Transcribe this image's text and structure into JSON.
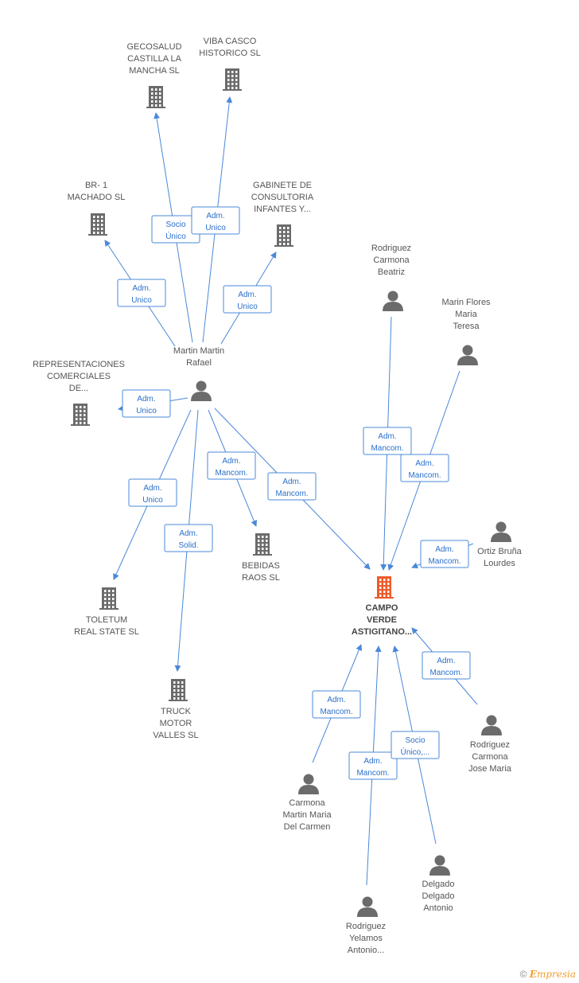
{
  "colors": {
    "edge": "#4a88d8",
    "company_icon": "#6b6b6b",
    "main_company_icon": "#f05a28",
    "person_icon": "#6b6b6b"
  },
  "nodes": [
    {
      "id": "gecosalud",
      "type": "company",
      "label": [
        "GECOSALUD",
        "CASTILLA LA",
        "MANCHA SL"
      ]
    },
    {
      "id": "viba",
      "type": "company",
      "label": [
        "VIBA CASCO",
        "HISTORICO  SL"
      ]
    },
    {
      "id": "br1",
      "type": "company",
      "label": [
        "BR- 1",
        "MACHADO SL"
      ]
    },
    {
      "id": "gabinete",
      "type": "company",
      "label": [
        "GABINETE DE",
        "CONSULTORIA",
        "INFANTES Y..."
      ]
    },
    {
      "id": "rafael",
      "type": "person",
      "label": [
        "Martin Martin",
        "Rafael"
      ]
    },
    {
      "id": "representaciones",
      "type": "company",
      "label": [
        "REPRESENTACIONES",
        "COMERCIALES",
        "DE..."
      ]
    },
    {
      "id": "toletum",
      "type": "company",
      "label": [
        "TOLETUM",
        "REAL STATE  SL"
      ]
    },
    {
      "id": "truck",
      "type": "company",
      "label": [
        "TRUCK",
        "MOTOR",
        "VALLES SL"
      ]
    },
    {
      "id": "bebidas",
      "type": "company",
      "label": [
        "BEBIDAS",
        "RAOS SL"
      ]
    },
    {
      "id": "campo",
      "type": "company-main",
      "label": [
        "CAMPO",
        "VERDE",
        "ASTIGITANO..."
      ]
    },
    {
      "id": "beatriz",
      "type": "person",
      "label": [
        "Rodriguez",
        "Carmona",
        "Beatriz"
      ]
    },
    {
      "id": "teresa",
      "type": "person",
      "label": [
        "Marin Flores",
        "Maria",
        "Teresa"
      ]
    },
    {
      "id": "lourdes",
      "type": "person",
      "label": [
        "Ortiz Bruña",
        "Lourdes"
      ]
    },
    {
      "id": "josemaria",
      "type": "person",
      "label": [
        "Rodriguez",
        "Carmona",
        "Jose Maria"
      ]
    },
    {
      "id": "delcarmen",
      "type": "person",
      "label": [
        "Carmona",
        "Martin Maria",
        "Del Carmen"
      ]
    },
    {
      "id": "delgado",
      "type": "person",
      "label": [
        "Delgado",
        "Delgado",
        "Antonio"
      ]
    },
    {
      "id": "yelamos",
      "type": "person",
      "label": [
        "Rodriguez",
        "Yelamos",
        "Antonio..."
      ]
    }
  ],
  "edges": [
    {
      "from": "rafael",
      "to": "gecosalud",
      "label": [
        "Socio",
        "Único"
      ]
    },
    {
      "from": "rafael",
      "to": "viba",
      "label": [
        "Adm.",
        "Unico"
      ]
    },
    {
      "from": "rafael",
      "to": "br1",
      "label": [
        "Adm.",
        "Unico"
      ]
    },
    {
      "from": "rafael",
      "to": "gabinete",
      "label": [
        "Adm.",
        "Unico"
      ]
    },
    {
      "from": "rafael",
      "to": "representaciones",
      "label": [
        "Adm.",
        "Unico"
      ]
    },
    {
      "from": "rafael",
      "to": "toletum",
      "label": [
        "Adm.",
        "Unico"
      ]
    },
    {
      "from": "rafael",
      "to": "truck",
      "label": [
        "Adm.",
        "Solid."
      ]
    },
    {
      "from": "rafael",
      "to": "bebidas",
      "label": [
        "Adm.",
        "Mancom."
      ]
    },
    {
      "from": "rafael",
      "to": "campo",
      "label": [
        "Adm.",
        "Mancom."
      ]
    },
    {
      "from": "beatriz",
      "to": "campo",
      "label": [
        "Adm.",
        "Mancom."
      ]
    },
    {
      "from": "teresa",
      "to": "campo",
      "label": [
        "Adm.",
        "Mancom."
      ]
    },
    {
      "from": "lourdes",
      "to": "campo",
      "label": [
        "Adm.",
        "Mancom."
      ]
    },
    {
      "from": "josemaria",
      "to": "campo",
      "label": [
        "Adm.",
        "Mancom."
      ]
    },
    {
      "from": "delcarmen",
      "to": "campo",
      "label": [
        "Adm.",
        "Mancom."
      ]
    },
    {
      "from": "yelamos",
      "to": "campo",
      "label": [
        "Adm.",
        "Mancom."
      ]
    },
    {
      "from": "delgado",
      "to": "campo",
      "label": [
        "Socio",
        "Único,..."
      ]
    }
  ],
  "footer": {
    "copyright": "©",
    "brand_initial": "E",
    "brand_rest": "mpresia"
  }
}
